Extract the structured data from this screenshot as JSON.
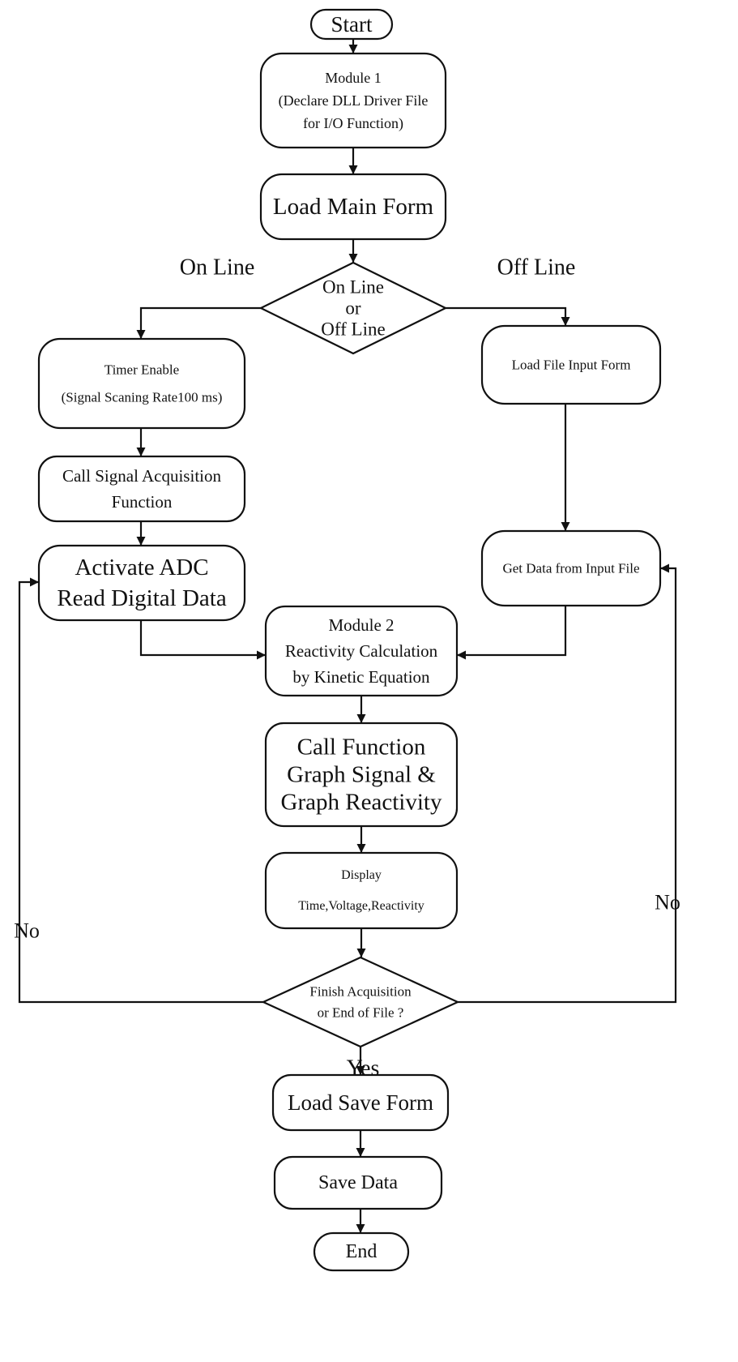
{
  "diagram": {
    "type": "flowchart",
    "nodes": {
      "start": {
        "kind": "terminal",
        "lines": [
          "Start"
        ]
      },
      "module1": {
        "kind": "process",
        "lines": [
          "Module 1",
          "(Declare DLL Driver File",
          "for I/O Function)"
        ]
      },
      "load_main": {
        "kind": "process",
        "lines": [
          "Load Main Form"
        ]
      },
      "mode": {
        "kind": "decision",
        "lines": [
          "On Line",
          "or",
          "Off Line"
        ]
      },
      "timer": {
        "kind": "process",
        "lines": [
          "Timer Enable",
          "(Signal Scaning Rate100 ms)"
        ]
      },
      "call_acq": {
        "kind": "process",
        "lines": [
          "Call  Signal Acquisition",
          "Function"
        ]
      },
      "adc": {
        "kind": "process",
        "lines": [
          "Activate  ADC",
          "Read Digital Data"
        ]
      },
      "load_file": {
        "kind": "process",
        "lines": [
          "Load File Input Form"
        ]
      },
      "get_data": {
        "kind": "process",
        "lines": [
          "Get Data from Input File"
        ]
      },
      "module2": {
        "kind": "process",
        "lines": [
          "Module 2",
          "Reactivity Calculation",
          "by Kinetic Equation"
        ]
      },
      "graph": {
        "kind": "process",
        "lines": [
          "Call  Function",
          "Graph Signal &",
          "Graph Reactivity"
        ]
      },
      "display": {
        "kind": "process",
        "lines": [
          "Display",
          "Time,Voltage,Reactivity"
        ]
      },
      "finish": {
        "kind": "decision",
        "lines": [
          "Finish Acquisition",
          "or End of File ?"
        ]
      },
      "load_save": {
        "kind": "process",
        "lines": [
          "Load Save Form"
        ]
      },
      "save": {
        "kind": "process",
        "lines": [
          "Save Data"
        ]
      },
      "end": {
        "kind": "terminal",
        "lines": [
          "End"
        ]
      }
    },
    "edge_labels": {
      "online": "On Line",
      "offline": "Off Line",
      "no_left": "No",
      "no_right": "No",
      "yes": "Yes"
    }
  }
}
